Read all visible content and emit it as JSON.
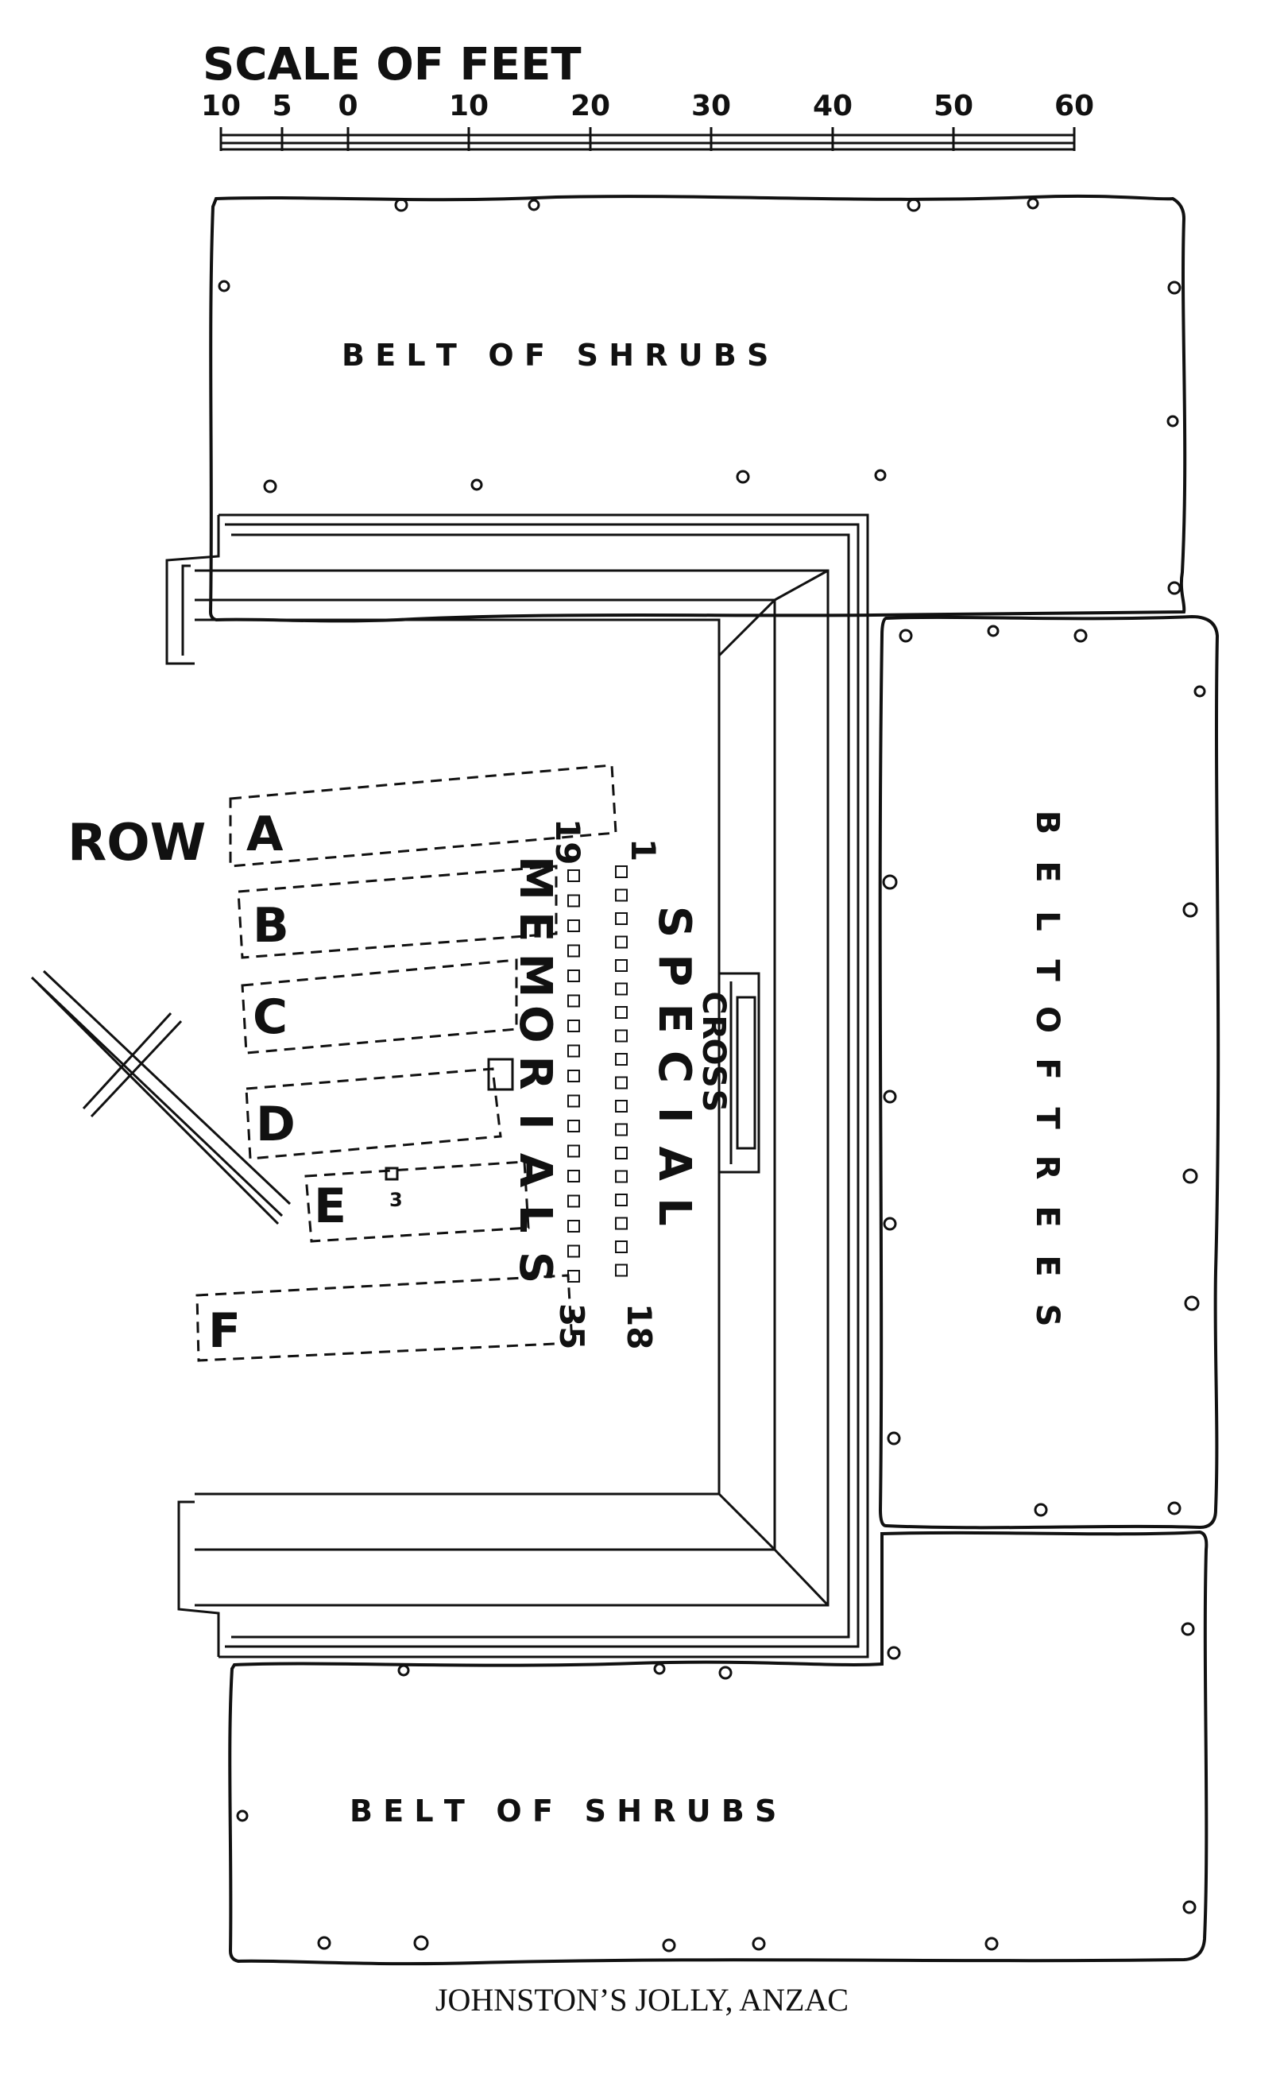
{
  "scale": {
    "title": "SCALE OF FEET",
    "ticks": [
      "10",
      "5",
      "0",
      "10",
      "20",
      "30",
      "40",
      "50",
      "60"
    ]
  },
  "labels": {
    "belt_shrubs_top": "B E L T   O F   S H R U B S",
    "belt_shrubs_bottom": "B E L T   O F   S H R U B S",
    "belt_trees": "BELT OF TREES",
    "row": "ROW",
    "rows": [
      "A",
      "B",
      "C",
      "D",
      "E",
      "F"
    ],
    "special": "SPECIAL",
    "memorials": "MEMORIALS",
    "cross": "CROSS",
    "grave_first": "1",
    "grave_18": "18",
    "grave_19": "19",
    "grave_35": "35",
    "row_e_mark": "3"
  },
  "caption": "JOHNSTON’S JOLLY, ANZAC",
  "colors": {
    "ink": "#111111",
    "paper": "#ffffff"
  }
}
